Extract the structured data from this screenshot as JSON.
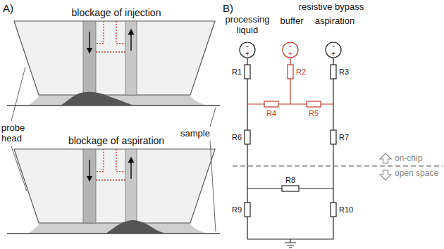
{
  "diagram": {
    "labels": [
      "A)",
      "blockage of injection",
      "probe head",
      "sample",
      "blockage of aspiration",
      "B)",
      "resistive bypass",
      "processing liquid",
      "buffer",
      "aspiration",
      "-",
      "+",
      "-",
      "+",
      "-",
      "+",
      "R1",
      "R2",
      "R3",
      "R4",
      "R5",
      "R6",
      "R7",
      "R8",
      "R9",
      "R10",
      "on-chip",
      "open space"
    ]
  }
}
